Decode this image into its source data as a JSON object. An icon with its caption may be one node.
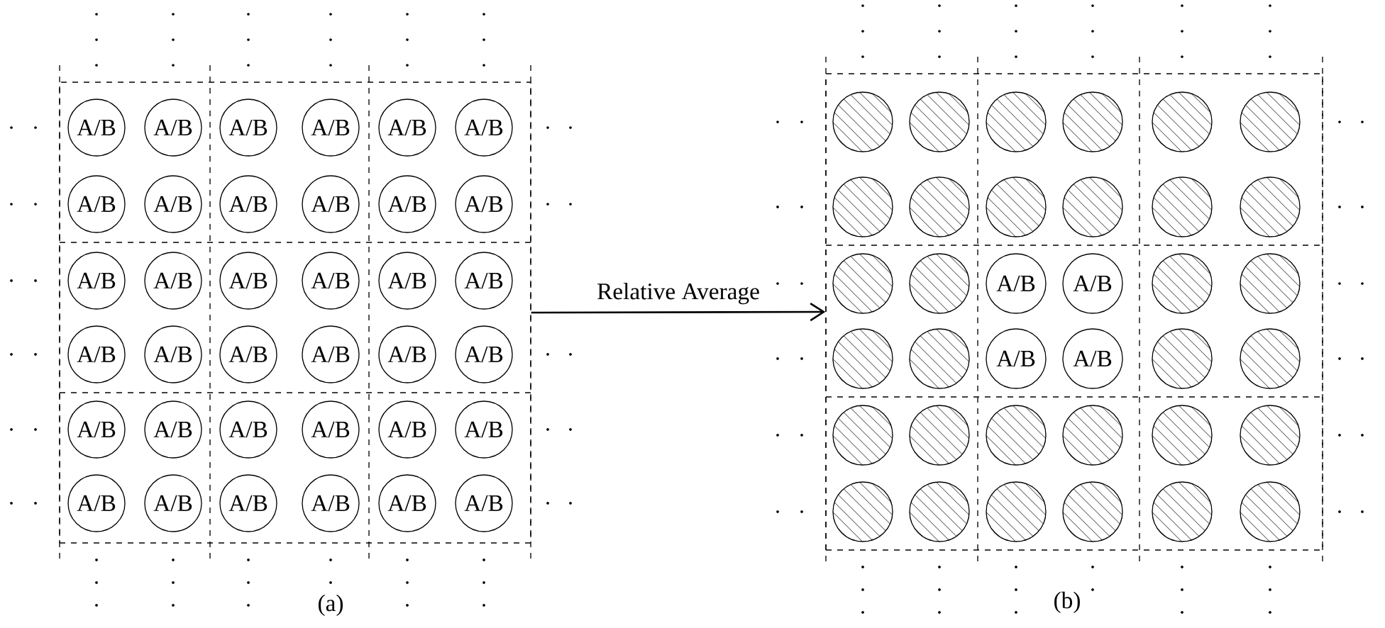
{
  "diagram": {
    "nodes": [
      {
        "text": [],
        "shape": "box",
        "beside": [
          "(a)"
        ]
      },
      {
        "text": [
          "A/B"
        ],
        "in": 0
      },
      {
        "text": [
          "A/B"
        ],
        "in": 0
      },
      {
        "text": [
          "A/B"
        ],
        "in": 0
      },
      {
        "text": [
          "A/B"
        ],
        "in": 0
      },
      {
        "text": [
          "A/B"
        ],
        "in": 0
      },
      {
        "text": [
          "A/B"
        ],
        "in": 0
      },
      {
        "text": [
          "A/B"
        ],
        "in": 0
      },
      {
        "text": [
          "A/B"
        ],
        "in": 0
      },
      {
        "text": [
          "A/B"
        ],
        "in": 0
      },
      {
        "text": [
          "A/B"
        ],
        "in": 0
      },
      {
        "text": [
          "A/B"
        ],
        "in": 0
      },
      {
        "text": [
          "A/B"
        ],
        "in": 0
      },
      {
        "text": [
          "A/B"
        ],
        "in": 0
      },
      {
        "text": [
          "A/B"
        ],
        "in": 0
      },
      {
        "text": [
          "A/B"
        ],
        "in": 0
      },
      {
        "text": [
          "A/B"
        ],
        "in": 0
      },
      {
        "text": [
          "A/B"
        ],
        "in": 0
      },
      {
        "text": [
          "A/B"
        ],
        "in": 0
      },
      {
        "text": [
          "A/B"
        ],
        "in": 0
      },
      {
        "text": [
          "A/B"
        ],
        "in": 0
      },
      {
        "text": [
          "A/B"
        ],
        "in": 0
      },
      {
        "text": [
          "A/B"
        ],
        "in": 0
      },
      {
        "text": [
          "A/B"
        ],
        "in": 0
      },
      {
        "text": [
          "A/B"
        ],
        "in": 0
      },
      {
        "text": [
          "A/B"
        ],
        "in": 0
      },
      {
        "text": [
          "A/B"
        ],
        "in": 0
      },
      {
        "text": [
          "A/B"
        ],
        "in": 0
      },
      {
        "text": [
          "A/B"
        ],
        "in": 0
      },
      {
        "text": [
          "A/B"
        ],
        "in": 0
      },
      {
        "text": [
          "A/B"
        ],
        "in": 0
      },
      {
        "text": [
          "A/B"
        ],
        "in": 0
      },
      {
        "text": [
          "A/B"
        ],
        "in": 0
      },
      {
        "text": [
          "A/B"
        ],
        "in": 0
      },
      {
        "text": [
          "A/B"
        ],
        "in": 0
      },
      {
        "text": [
          "A/B"
        ],
        "in": 0
      },
      {
        "text": [
          "A/B"
        ],
        "in": 0
      },
      {
        "text": [],
        "shape": "box",
        "beside": [
          "(b)"
        ]
      },
      {
        "text": [],
        "shape": "circle",
        "in": 37
      },
      {
        "text": [],
        "shape": "circle",
        "in": 37
      },
      {
        "text": [],
        "shape": "circle",
        "in": 37
      },
      {
        "text": [],
        "shape": "circle",
        "in": 37
      },
      {
        "text": [],
        "shape": "circle",
        "in": 37
      },
      {
        "text": [],
        "shape": "circle",
        "in": 37
      },
      {
        "text": [],
        "shape": "circle",
        "in": 37
      },
      {
        "text": [],
        "shape": "circle",
        "in": 37
      },
      {
        "text": [],
        "shape": "circle",
        "in": 37
      },
      {
        "text": [],
        "shape": "circle",
        "in": 37
      },
      {
        "text": [],
        "shape": "circle",
        "in": 37
      },
      {
        "text": [],
        "shape": "circle",
        "in": 37
      },
      {
        "text": [],
        "shape": "circle",
        "in": 37
      },
      {
        "text": [],
        "shape": "circle",
        "in": 37
      },
      {
        "text": [
          "A/B"
        ],
        "in": 37
      },
      {
        "text": [
          "A/B"
        ],
        "in": 37
      },
      {
        "text": [],
        "shape": "circle",
        "in": 37
      },
      {
        "text": [],
        "shape": "circle",
        "in": 37
      },
      {
        "text": [],
        "shape": "circle",
        "in": 37
      },
      {
        "text": [],
        "shape": "circle",
        "in": 37
      },
      {
        "text": [
          "A/B"
        ],
        "in": 37
      },
      {
        "text": [
          "A/B"
        ],
        "in": 37
      },
      {
        "text": [],
        "shape": "circle",
        "in": 37
      },
      {
        "text": [],
        "shape": "circle",
        "in": 37
      },
      {
        "text": [],
        "shape": "circle",
        "in": 37
      },
      {
        "text": [],
        "shape": "circle",
        "in": 37
      },
      {
        "text": [],
        "shape": "circle",
        "in": 37
      },
      {
        "text": [],
        "shape": "circle",
        "in": 37
      },
      {
        "text": [],
        "shape": "circle",
        "in": 37
      },
      {
        "text": [],
        "shape": "circle",
        "in": 37
      },
      {
        "text": [],
        "shape": "circle",
        "in": 37
      },
      {
        "text": [],
        "shape": "circle",
        "in": 37
      },
      {
        "text": [],
        "shape": "circle",
        "in": 37
      },
      {
        "text": [],
        "shape": "circle",
        "in": 37
      },
      {
        "text": [],
        "shape": "circle",
        "in": 37
      },
      {
        "text": [],
        "shape": "circle",
        "in": 37
      }
    ],
    "edges": [
      {
        "from": 0,
        "to": 37,
        "arrow": "to",
        "label": "Relative Average"
      }
    ]
  }
}
